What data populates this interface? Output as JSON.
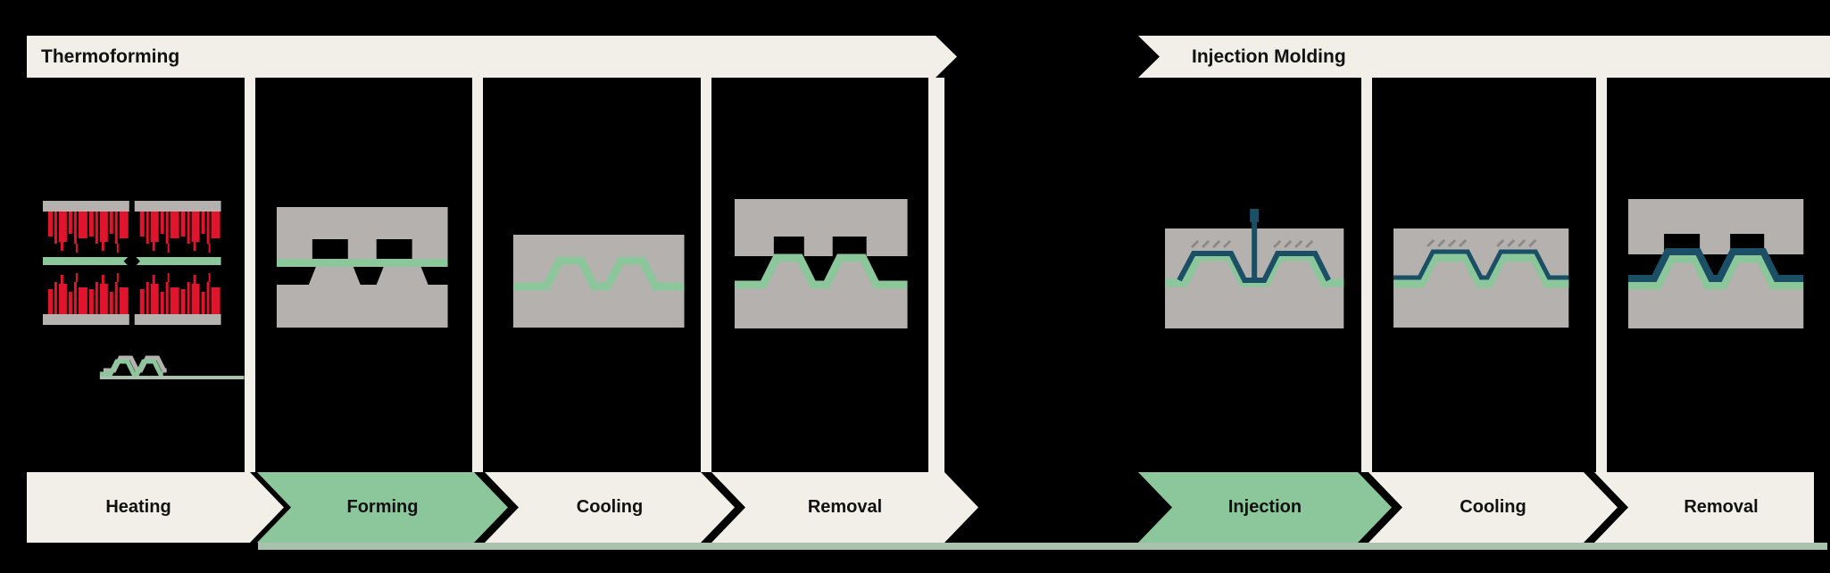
{
  "colors": {
    "background": "#000000",
    "panel": "#000000",
    "cream": "#f2efe8",
    "green": "#8bc79a",
    "sage": "#a9c2ae",
    "mold_gray": "#b4b1ae",
    "heater_red": "#e1142d",
    "overmold_navy": "#1b4f66",
    "dash_gray": "#8a8a8a",
    "text": "#111111"
  },
  "sections": [
    {
      "title": "Thermoforming",
      "stages": [
        {
          "label": "Heating",
          "highlighted": false
        },
        {
          "label": "Forming",
          "highlighted": true
        },
        {
          "label": "Cooling",
          "highlighted": false
        },
        {
          "label": "Removal",
          "highlighted": false
        }
      ]
    },
    {
      "title": "Injection Molding",
      "stages": [
        {
          "label": "Injection",
          "highlighted": true
        },
        {
          "label": "Cooling",
          "highlighted": false
        },
        {
          "label": "Removal",
          "highlighted": false
        }
      ]
    }
  ]
}
